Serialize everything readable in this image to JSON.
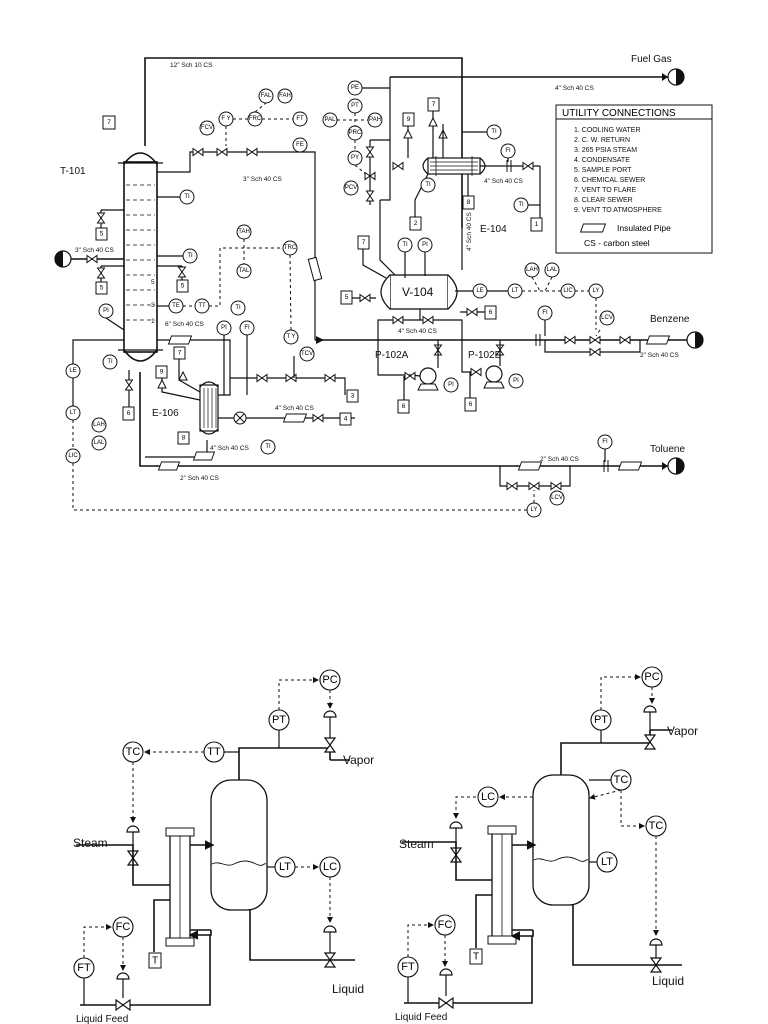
{
  "top_diagram": {
    "equipment": {
      "tower": "T-101",
      "reboiler": "E-106",
      "condenser": "E-104",
      "drum": "V-104",
      "pump_a": "P-102A",
      "pump_b": "P-102B"
    },
    "streams": {
      "fuel_gas": "Fuel Gas",
      "benzene": "Benzene",
      "toluene": "Toluene"
    },
    "pipe_labels": {
      "overhead": "12\" Sch 10 CS",
      "fuel_gas_line": "4\" Sch 40 CS",
      "reflux_3in": "3\" Sch 40 CS",
      "condenser_out": "4\" Sch 40 CS",
      "feed": "3\" Sch 40 CS",
      "tower_6in": "6\" Sch 40 CS",
      "drum_4in": "4\" Sch 40 CS",
      "vertical_4in": "4\" Sch 40 CS",
      "benzene_2in": "2\" Sch 40 CS",
      "steam_4in": "4\" Sch 40 CS",
      "reboiler_4in": "4\" Sch 40 CS",
      "bottoms_2in": "2\" Sch 40 CS",
      "toluene_2in": "2\" Sch 40 CS"
    },
    "utility": {
      "title": "UTILITY CONNECTIONS",
      "items": [
        "1.  COOLING WATER",
        "2.  C. W. RETURN",
        "3.  265 PSIA STEAM",
        "4.  CONDENSATE",
        "5.  SAMPLE PORT",
        "6.  CHEMICAL SEWER",
        "7.  VENT TO FLARE",
        "8.  CLEAR SEWER",
        "9.  VENT TO ATMOSPHERE"
      ],
      "insulated": "Insulated Pipe",
      "cs_note": "CS - carbon steel"
    },
    "tags": {
      "TI": "TI",
      "PI": "PI",
      "FI": "FI",
      "PE": "PE",
      "PT": "PT",
      "PY": "PY",
      "PRC": "PRC",
      "PAL": "PAL",
      "PAH": "PAH",
      "PCV": "PCV",
      "FCV": "FCV",
      "FY": "F Y",
      "FAL": "FAL",
      "FAH": "FAH",
      "FRC": "FRC",
      "FT": "FT",
      "FE": "FE",
      "TAH": "TAH",
      "TAL": "TAL",
      "TRC": "TRC",
      "TY": "T Y",
      "TCV": "TCV",
      "TE": "TE",
      "TT": "TT",
      "LE": "LE",
      "LT": "LT",
      "LAH": "LAH",
      "LAL": "LAL",
      "LIC": "LIC",
      "LY": "LY",
      "LCV": "LCV"
    },
    "box_numbers": [
      "1",
      "2",
      "3",
      "4",
      "5",
      "6",
      "7",
      "8",
      "9"
    ]
  },
  "left_diagram": {
    "steam": "Steam",
    "vapor": "Vapor",
    "liquid": "Liquid",
    "liquid_feed": "Liquid Feed",
    "tags": {
      "PC": "PC",
      "PT": "PT",
      "TC": "TC",
      "TT": "TT",
      "LT": "LT",
      "LC": "LC",
      "FC": "FC",
      "FT": "FT",
      "T": "T"
    }
  },
  "right_diagram": {
    "steam": "Steam",
    "vapor": "Vapor",
    "liquid": "Liquid",
    "liquid_feed": "Liquid Feed",
    "tags": {
      "PC": "PC",
      "PT": "PT",
      "TC": "TC",
      "TC2": "TC",
      "LT": "LT",
      "LC": "LC",
      "FC": "FC",
      "FT": "FT",
      "T": "T"
    }
  }
}
